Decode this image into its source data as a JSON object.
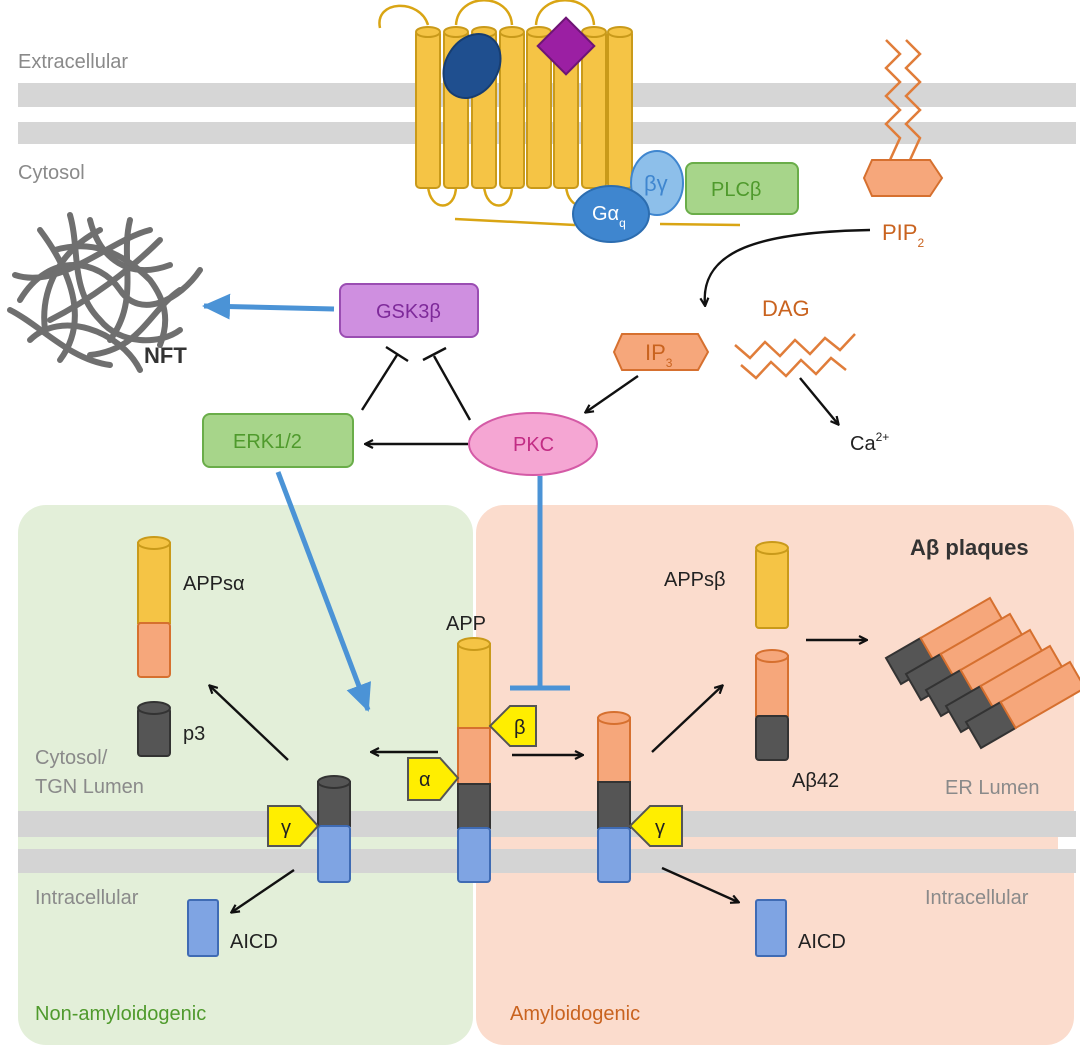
{
  "labels": {
    "extracellular": "Extracellular",
    "cytosol": "Cytosol",
    "nft": "NFT",
    "gsk3b": "GSK3β",
    "erk": "ERK1/2",
    "pkc": "PKC",
    "plcb": "PLCβ",
    "gaq_main": "Gα",
    "gaq_sub": "q",
    "bg": "βγ",
    "pip2_main": "PIP",
    "pip2_sub": "2",
    "ip3_main": "IP",
    "ip3_sub": "3",
    "dag": "DAG",
    "ca_main": "Ca",
    "ca_sup": "2+",
    "app": "APP",
    "apps_alpha": "APPsα",
    "apps_beta": "APPsβ",
    "p3": "p3",
    "abeta42": "Aβ42",
    "abeta_plaques": "Aβ plaques",
    "cytosol_tgn_1": "Cytosol/",
    "cytosol_tgn_2": "TGN Lumen",
    "er_lumen": "ER Lumen",
    "intracellular_left": "Intracellular",
    "intracellular_right": "Intracellular",
    "aicd_left": "AICD",
    "aicd_right": "AICD",
    "non_amyloidogenic": "Non-amyloidogenic",
    "amyloidogenic": "Amyloidogenic",
    "alpha": "α",
    "beta": "β",
    "gamma_left": "γ",
    "gamma_right": "γ"
  },
  "colors": {
    "membrane": "#d6d6d6",
    "receptor_fill": "#f5c445",
    "receptor_stroke": "#c99a1a",
    "green_panel": "#e3efd9",
    "salmon_panel": "#fbdccd",
    "green_box_fill": "#a7d58a",
    "green_box_stroke": "#6aad49",
    "green_text": "#4f9a2c",
    "purple_fill": "#cf8fe0",
    "purple_stroke": "#9a4db2",
    "purple_text": "#7e2a9a",
    "pink_fill": "#f5a6d3",
    "pink_stroke": "#d45aa6",
    "pink_text": "#c22c84",
    "orange_fill": "#f6a77b",
    "orange_stroke": "#d6702f",
    "orange_text": "#c9631f",
    "blue_arrow": "#4b93d6",
    "blue_seg": "#7fa4e3",
    "dark_seg": "#555555",
    "yellow_tag": "#ffee00",
    "gq_blue": "#3f86cf",
    "bg_blue": "#8dbfea"
  }
}
